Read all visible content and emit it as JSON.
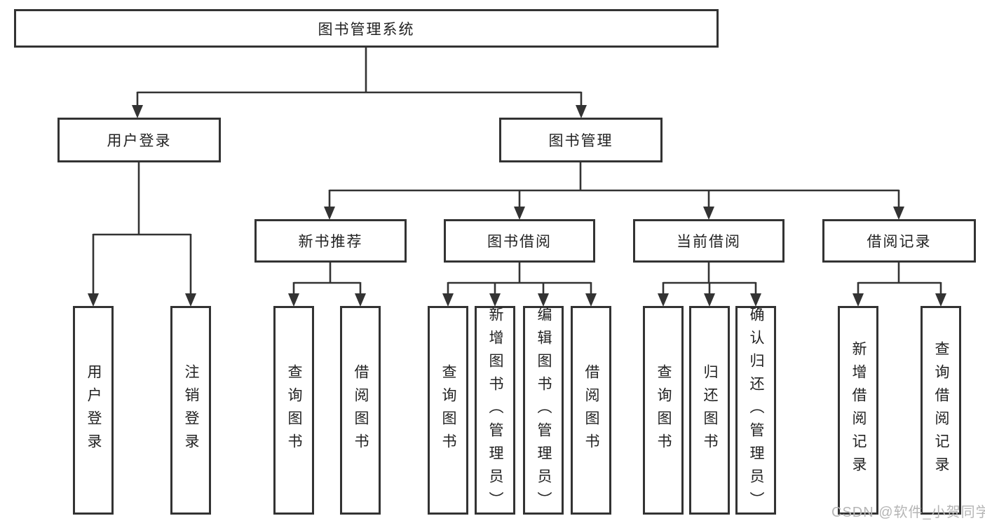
{
  "tree": {
    "root": "图书管理系统",
    "user": {
      "label": "用户登录",
      "children": [
        "用户登录",
        "注销登录"
      ]
    },
    "book": {
      "label": "图书管理",
      "sections": [
        {
          "label": "新书推荐",
          "children": [
            "查询图书",
            "借阅图书"
          ]
        },
        {
          "label": "图书借阅",
          "children": [
            "查询图书",
            "新增图书（管理员）",
            "编辑图书（管理员）",
            "借阅图书"
          ]
        },
        {
          "label": "当前借阅",
          "children": [
            "查询图书",
            "归还图书",
            "确认归还（管理员）"
          ]
        },
        {
          "label": "借阅记录",
          "children": [
            "新增借阅记录",
            "查询借阅记录"
          ]
        }
      ]
    }
  },
  "watermark": {
    "text": "CSDN @软件_小贺同学"
  },
  "colors": {
    "line": "#333333",
    "box_border": "#333333",
    "text": "#222222",
    "watermark": "#b5b5b5",
    "background": "#ffffff"
  }
}
